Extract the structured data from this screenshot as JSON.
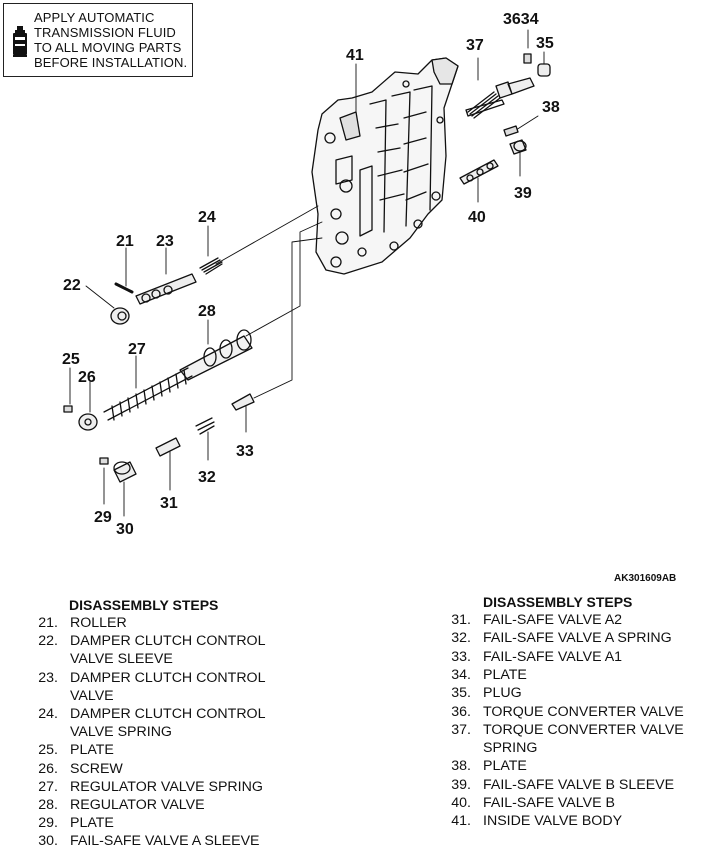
{
  "note": {
    "lines": [
      "APPLY AUTOMATIC",
      "TRANSMISSION FLUID",
      "TO ALL MOVING PARTS",
      "BEFORE INSTALLATION."
    ]
  },
  "callouts": [
    "41",
    "37",
    "3634",
    "35",
    "38",
    "39",
    "40",
    "24",
    "21",
    "23",
    "22",
    "28",
    "25",
    "27",
    "26",
    "33",
    "32",
    "31",
    "29",
    "30"
  ],
  "figure_code": "AK301609AB",
  "steps_left": {
    "heading": "DISASSEMBLY STEPS",
    "items": [
      {
        "num": "21.",
        "lines": [
          "ROLLER"
        ]
      },
      {
        "num": "22.",
        "lines": [
          "DAMPER CLUTCH CONTROL",
          "VALVE SLEEVE"
        ]
      },
      {
        "num": "23.",
        "lines": [
          "DAMPER CLUTCH CONTROL",
          "VALVE"
        ]
      },
      {
        "num": "24.",
        "lines": [
          "DAMPER CLUTCH CONTROL",
          "VALVE SPRING"
        ]
      },
      {
        "num": "25.",
        "lines": [
          "PLATE"
        ]
      },
      {
        "num": "26.",
        "lines": [
          "SCREW"
        ]
      },
      {
        "num": "27.",
        "lines": [
          "REGULATOR VALVE SPRING"
        ]
      },
      {
        "num": "28.",
        "lines": [
          "REGULATOR VALVE"
        ]
      },
      {
        "num": "29.",
        "lines": [
          "PLATE"
        ]
      },
      {
        "num": "30.",
        "lines": [
          "FAIL-SAFE VALVE A SLEEVE"
        ]
      }
    ]
  },
  "steps_right": {
    "heading": "DISASSEMBLY STEPS",
    "items": [
      {
        "num": "31.",
        "lines": [
          "FAIL-SAFE VALVE A2"
        ]
      },
      {
        "num": "32.",
        "lines": [
          "FAIL-SAFE VALVE A SPRING"
        ]
      },
      {
        "num": "33.",
        "lines": [
          "FAIL-SAFE VALVE A1"
        ]
      },
      {
        "num": "34.",
        "lines": [
          "PLATE"
        ]
      },
      {
        "num": "35.",
        "lines": [
          "PLUG"
        ]
      },
      {
        "num": "36.",
        "lines": [
          "TORQUE CONVERTER VALVE"
        ]
      },
      {
        "num": "37.",
        "lines": [
          "TORQUE CONVERTER VALVE",
          "SPRING"
        ]
      },
      {
        "num": "38.",
        "lines": [
          "PLATE"
        ]
      },
      {
        "num": "39.",
        "lines": [
          "FAIL-SAFE VALVE B SLEEVE"
        ]
      },
      {
        "num": "40.",
        "lines": [
          "FAIL-SAFE VALVE B"
        ]
      },
      {
        "num": "41.",
        "lines": [
          "INSIDE VALVE BODY"
        ]
      }
    ]
  }
}
